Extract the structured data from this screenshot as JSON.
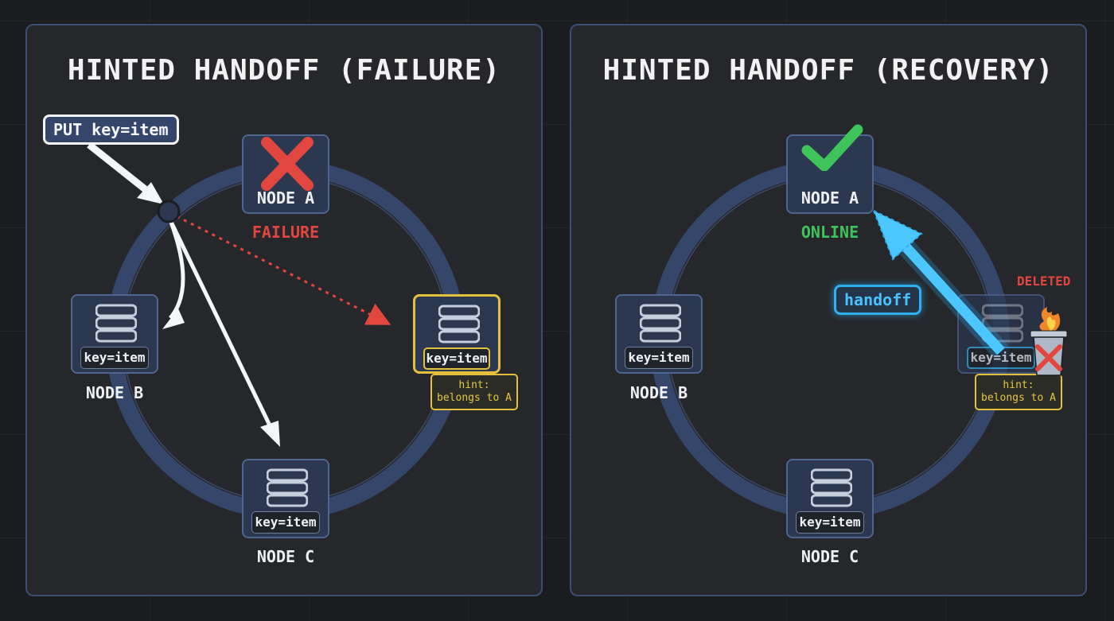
{
  "panels": [
    {
      "title": "HINTED HANDOFF (FAILURE)",
      "request_label": "PUT key=item",
      "nodes": {
        "a": {
          "label": "NODE A",
          "status": "FAILURE",
          "status_icon": "cross-icon"
        },
        "b": {
          "label": "NODE B",
          "key": "key=item"
        },
        "c": {
          "label": "NODE C",
          "key": "key=item"
        },
        "d": {
          "key": "key=item",
          "hint_line1": "hint:",
          "hint_line2": "belongs to A"
        }
      }
    },
    {
      "title": "HINTED HANDOFF (RECOVERY)",
      "handoff_label": "handoff",
      "deleted_label": "DELETED",
      "nodes": {
        "a": {
          "label": "NODE A",
          "status": "ONLINE",
          "status_icon": "check-icon"
        },
        "b": {
          "label": "NODE B",
          "key": "key=item"
        },
        "c": {
          "label": "NODE C",
          "key": "key=item"
        },
        "d": {
          "key": "key=item",
          "hint_line1": "hint:",
          "hint_line2": "belongs to A"
        }
      }
    }
  ],
  "colors": {
    "ring": "#34466a",
    "failure": "#e2473f",
    "online": "#3fc45c",
    "hint": "#e4c03c",
    "handoff": "#2fb0f0"
  }
}
